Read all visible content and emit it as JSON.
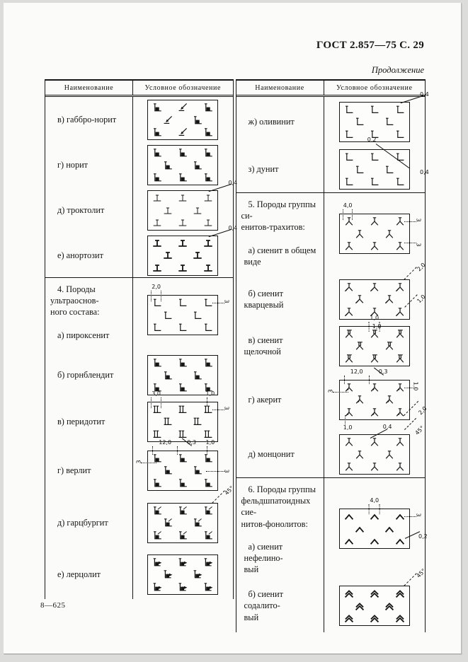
{
  "page": {
    "doc_ref": "ГОСТ 2.857—75 С. 29",
    "continuation": "Продолжение",
    "footer": "8—625"
  },
  "table_headers": {
    "name": "Наименование",
    "symbol": "Условное обозначение"
  },
  "tables": [
    {
      "id": "left",
      "rows": [
        {
          "label": "в)  габбро-норит",
          "glyph": "mixGabbro"
        },
        {
          "label": "г)  норит",
          "glyph": "fillL"
        },
        {
          "label": "д)  троктолит",
          "glyph": "perp",
          "annotations": [
            {
              "text": "0,4",
              "pos": "lead-tr"
            }
          ]
        },
        {
          "label": "е)  анортозит",
          "glyph": "perpB",
          "annotations": [
            {
              "text": "0,4",
              "pos": "lead-tr"
            }
          ]
        },
        {
          "section": "4. Породы ультраоснов-\nного состава:",
          "label": "а)  пироксенит",
          "glyph": "L",
          "annotations": [
            {
              "text": "2,0",
              "pos": "tl"
            },
            {
              "text": "3",
              "pos": "r1"
            }
          ]
        },
        {
          "label": "б)  горнблендит",
          "glyph": "fillL"
        },
        {
          "label": "в)  перидотит",
          "glyph": "dblL",
          "annotations": [
            {
              "text": "3,0",
              "pos": "tl"
            },
            {
              "text": "1,0",
              "pos": "tr2"
            },
            {
              "text": "3",
              "pos": "r1"
            }
          ]
        },
        {
          "label": "г)  верлит",
          "glyph": "fillL",
          "annotations": [
            {
              "text": "12,0",
              "pos": "tl2"
            },
            {
              "text": "0,3",
              "pos": "tm2"
            },
            {
              "text": "1,0",
              "pos": "tr2"
            },
            {
              "text": "3",
              "pos": "l1"
            },
            {
              "text": "3",
              "pos": "r2"
            }
          ]
        },
        {
          "label": "д)  гарцбургит",
          "glyph": "harz",
          "annotations": [
            {
              "text": "45°",
              "pos": "tr45"
            }
          ]
        },
        {
          "label": "е)  лерцолит",
          "glyph": "lerz"
        }
      ]
    },
    {
      "id": "right",
      "rows": [
        {
          "label": "ж)  оливинит",
          "glyph": "L",
          "annotations": [
            {
              "text": "0,4",
              "pos": "lead-tr"
            }
          ]
        },
        {
          "label": "з)  дунит",
          "glyph": "L",
          "annotations": [
            {
              "text": "0,2",
              "pos": "tm-cross"
            },
            {
              "text": "0,4",
              "pos": "r-cross"
            }
          ]
        },
        {
          "section": "5. Породы группы си-\nенитов-трахитов:",
          "label": "а)  сиенит  в  общем\nвиде",
          "glyph": "Y",
          "annotations": [
            {
              "text": "4,0",
              "pos": "tl"
            },
            {
              "text": "3",
              "pos": "r1"
            },
            {
              "text": "3",
              "pos": "r3"
            }
          ]
        },
        {
          "label": "б)  сиенит кварцевый",
          "glyph": "Yq",
          "annotations": [
            {
              "text": "2,0",
              "pos": "tr45"
            },
            {
              "text": "1,0",
              "pos": "rm45"
            },
            {
              "text": "1,0",
              "pos": "bm"
            }
          ]
        },
        {
          "label": "в)  сиенит щелочной",
          "glyph": "Yalk",
          "annotations": [
            {
              "text": "1,0",
              "pos": "tm"
            }
          ]
        },
        {
          "label": "г)  акерит",
          "glyph": "Yak",
          "annotations": [
            {
              "text": "12,0",
              "pos": "tl2"
            },
            {
              "text": "0,3",
              "pos": "tm2"
            },
            {
              "text": "3",
              "pos": "l1"
            },
            {
              "text": "1,0",
              "pos": "r1"
            },
            {
              "text": "2,0",
              "pos": "r45d"
            },
            {
              "text": "45°",
              "pos": "br45"
            },
            {
              "text": "1,0",
              "pos": "bl"
            }
          ]
        },
        {
          "label": "д)  монцонит",
          "glyph": "Y",
          "annotations": [
            {
              "text": "0,4",
              "pos": "t-lead"
            }
          ]
        },
        {
          "section": "6. Породы    группы\nфельдшпатоидных сие-\nнитов-фонолитов:",
          "label": "а) сиенит нефелино-\nвый",
          "glyph": "chev",
          "annotations": [
            {
              "text": "4,0",
              "pos": "tm"
            },
            {
              "text": "3",
              "pos": "r1"
            },
            {
              "text": "0,2",
              "pos": "r-lead"
            }
          ]
        },
        {
          "label": "б) сиенит содалито-\nвый",
          "glyph": "chev2",
          "annotations": [
            {
              "text": "45°",
              "pos": "tr45"
            }
          ]
        }
      ]
    }
  ]
}
